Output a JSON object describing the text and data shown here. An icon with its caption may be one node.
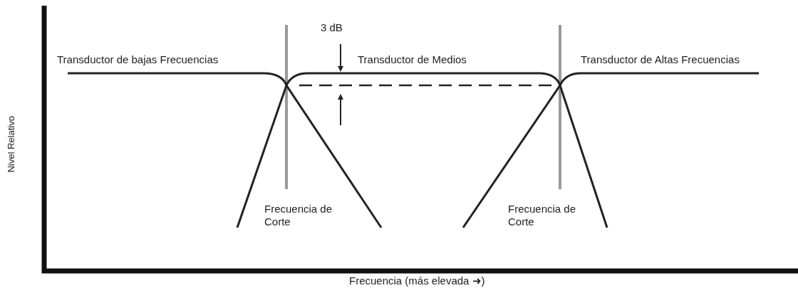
{
  "diagram": {
    "labels": [
      "3 dB",
      "Transductor de bajas Frecuencias",
      "Transductor de Medios",
      "Transductor de Altas Frecuencias",
      "Nivel Relativo",
      "Frecuencia de Corte",
      "Frecuencia de Corte",
      "Frecuencia (más elevada ➜)"
    ]
  }
}
